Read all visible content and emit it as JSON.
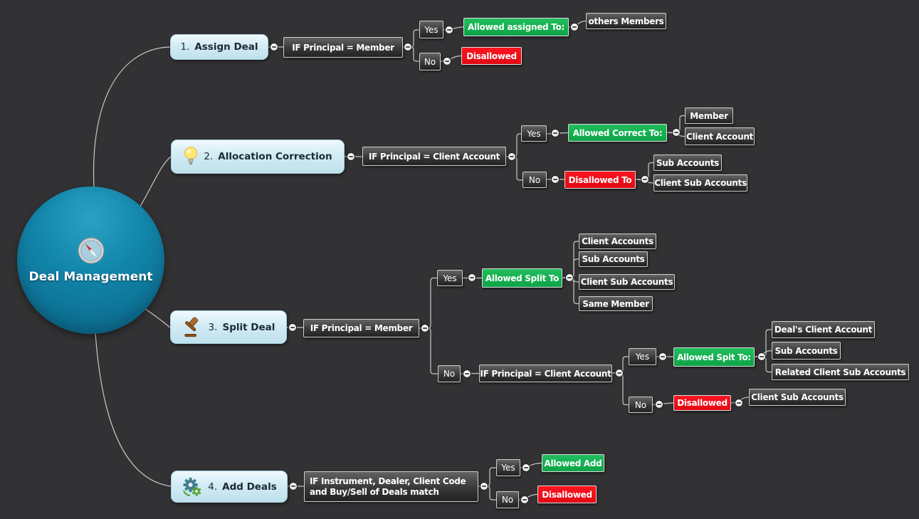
{
  "colors": {
    "background": "#323234",
    "central_node_teal": "#0f7597",
    "main_topic_blue": "#cfe9f3",
    "dark_topic": "#3a3a3a",
    "allowed_green": "#14ae4f",
    "disallowed_red": "#ef0d18",
    "connector_gray": "#c8c8c8"
  },
  "root": {
    "label": "Deal Management",
    "icon": "compass-icon"
  },
  "branches": {
    "assign_deal": {
      "number": "1.",
      "name": "Assign Deal",
      "condition": "IF Principal  = Member",
      "yes_label": "Yes",
      "no_label": "No",
      "yes_result": "Allowed assigned To:",
      "yes_children": [
        "others Members"
      ],
      "no_result": "Disallowed"
    },
    "allocation_correction": {
      "number": "2.",
      "name": "Allocation Correction",
      "icon": "bulb-icon",
      "condition": "IF Principal = Client Account",
      "yes_label": "Yes",
      "no_label": "No",
      "yes_result": "Allowed Correct To:",
      "yes_children": [
        "Member",
        "Client Account"
      ],
      "no_result": "Disallowed To",
      "no_children": [
        "Sub Accounts",
        "Client Sub Accounts"
      ]
    },
    "split_deal": {
      "number": "3.",
      "name": "Split Deal",
      "icon": "gavel-icon",
      "condition": "IF Principal =  Member",
      "yes_label": "Yes",
      "no_label": "No",
      "yes_result": "Allowed Split To",
      "yes_children": [
        "Client Accounts",
        "Sub Accounts",
        "Client Sub Accounts",
        "Same Member"
      ],
      "no_condition": "IF Principal = Client Account",
      "no_yes_label": "Yes",
      "no_no_label": "No",
      "no_yes_result": "Allowed Spit To:",
      "no_yes_children": [
        "Deal's Client Account",
        "Sub Accounts",
        "Related Client Sub Accounts"
      ],
      "no_no_result": "Disallowed",
      "no_no_children": [
        "Client Sub Accounts"
      ]
    },
    "add_deals": {
      "number": "4.",
      "name": "Add Deals",
      "icon": "gears-icon",
      "condition": "IF Instrument, Dealer, Client Code and Buy/Sell of Deals match",
      "yes_label": "Yes",
      "no_label": "No",
      "yes_result": "Allowed Add",
      "no_result": "Disallowed"
    }
  }
}
